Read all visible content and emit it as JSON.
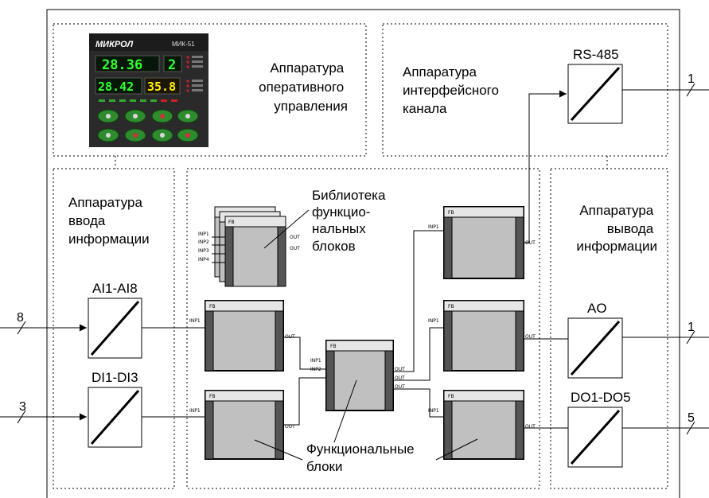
{
  "groups": {
    "operational": [
      "Аппаратура",
      "оперативного",
      "управления"
    ],
    "interface": [
      "Аппаратура",
      "интерфейсного",
      "канала"
    ],
    "input": [
      "Аппаратура",
      "ввода",
      "информации"
    ],
    "output": [
      "Аппаратура",
      "вывода",
      "информации"
    ],
    "library": [
      "Библиотека",
      "функцио-",
      "нальных",
      "блоков"
    ],
    "function_blocks": [
      "Функциональные",
      "блоки"
    ]
  },
  "converters": {
    "rs485": "RS-485",
    "ai": "AI1-AI8",
    "di": "DI1-DI3",
    "ao": "AO",
    "do": "DO1-DO5"
  },
  "line_counts": {
    "ai_in": "8",
    "di_in": "3",
    "rs485_out": "1",
    "ao_out": "1",
    "do_out": "5"
  },
  "device": {
    "logo": "МИКРОЛ",
    "model": "МИК-51",
    "display_top": "28.36",
    "display_top_small": "2",
    "display_bottom": "28.42",
    "display_bottom_right": "35.8"
  },
  "fb_small": {
    "header": "FB",
    "inp1": "INP1",
    "inp2": "INP2",
    "inp3": "INP3",
    "inp4": "INP4",
    "out": "OUT"
  },
  "colors": {
    "block_fill": "#c0c0c0",
    "block_header": "#e6e6e6",
    "device_body": "#2a2a2a",
    "display_green": "#33ff33",
    "display_yellow": "#ffee00",
    "button_green": "#2e8b2e"
  }
}
